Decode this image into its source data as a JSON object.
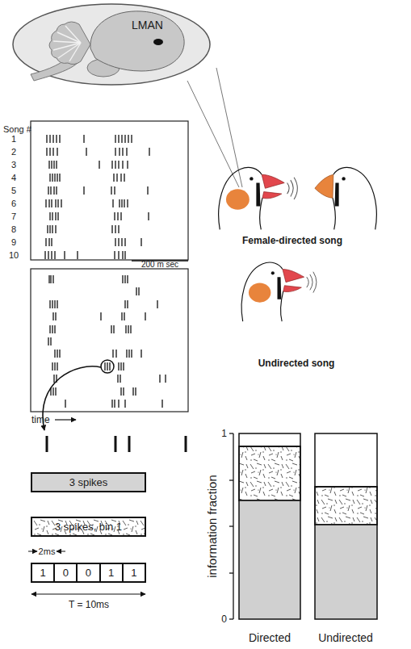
{
  "diagram": {
    "nodes": [
      {
        "text": [
          "3 spikes"
        ]
      },
      {
        "text": [
          "3 spikes, bin 1"
        ]
      },
      {
        "text": [
          "1"
        ]
      },
      {
        "text": [
          "0"
        ]
      },
      {
        "text": [
          "0"
        ]
      },
      {
        "text": [
          "1"
        ]
      },
      {
        "text": [
          "1"
        ]
      }
    ],
    "labels": [
      "LMAN",
      "Song #",
      "1",
      "2",
      "3",
      "4",
      "5",
      "6",
      "7",
      "8",
      "9",
      "10",
      "200 m sec",
      "Female-directed song",
      "Undirected song",
      "time",
      "2ms",
      "T = 10ms",
      "information fraction",
      "1",
      "0",
      "Directed",
      "Undirected"
    ]
  }
}
